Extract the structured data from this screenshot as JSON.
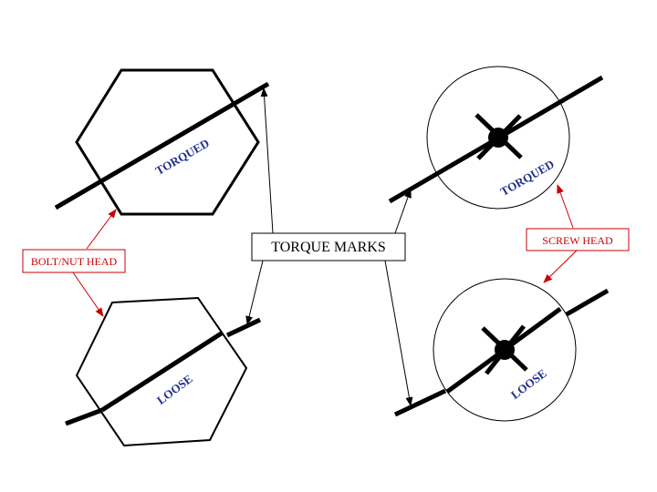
{
  "labels": {
    "torque_marks": "TORQUE MARKS",
    "bolt_nut_head": "BOLT/NUT HEAD",
    "screw_head": "SCREW HEAD",
    "bolt_torqued": "TORQUED",
    "bolt_loose": "LOOSE",
    "screw_torqued": "TORQUED",
    "screw_loose": "LOOSE"
  },
  "colors": {
    "callout": "#cc0000",
    "state_text": "#1f2f8f",
    "ink": "#000000"
  }
}
